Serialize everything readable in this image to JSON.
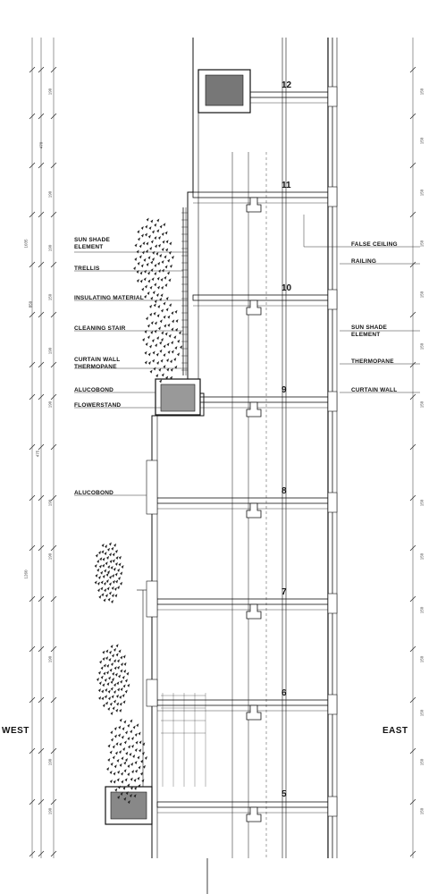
{
  "sides": {
    "west": "WEST",
    "east": "EAST"
  },
  "floors": [
    "12",
    "11",
    "10",
    "9",
    "8",
    "7",
    "6",
    "5"
  ],
  "labels_left": {
    "sun_shade": [
      "SUN SHADE",
      "ELEMENT"
    ],
    "trellis": "TRELLIS",
    "insulating": "INSULATING MATERIAL",
    "cleaning_stair": "CLEANING STAIR",
    "curtain_thermo": [
      "CURTAIN  WALL",
      "THERMOPANE"
    ],
    "alucobond_1": "ALUCOBOND",
    "flowerstand": "FLOWERSTAND",
    "alucobond_2": "ALUCOBOND"
  },
  "labels_right": {
    "false_ceiling": "FALSE CEILING",
    "railing": "RAILING",
    "sun_shade": [
      "SUN SHADE",
      "ELEMENT"
    ],
    "thermopane": "THERMOPANE",
    "curtain_wall": "CURTAIN   WALL"
  },
  "dims_left_outer": [
    "1035",
    "850",
    "475",
    "1260"
  ],
  "dims_left_mid": [
    "470",
    "190",
    "190",
    "190",
    "150",
    "190",
    "190",
    "190",
    "190",
    "190",
    "190",
    "190"
  ],
  "dims_right": [
    "150",
    "150",
    "150",
    "150",
    "150",
    "150",
    "150",
    "150",
    "150",
    "150",
    "150",
    "150",
    "150",
    "150"
  ]
}
